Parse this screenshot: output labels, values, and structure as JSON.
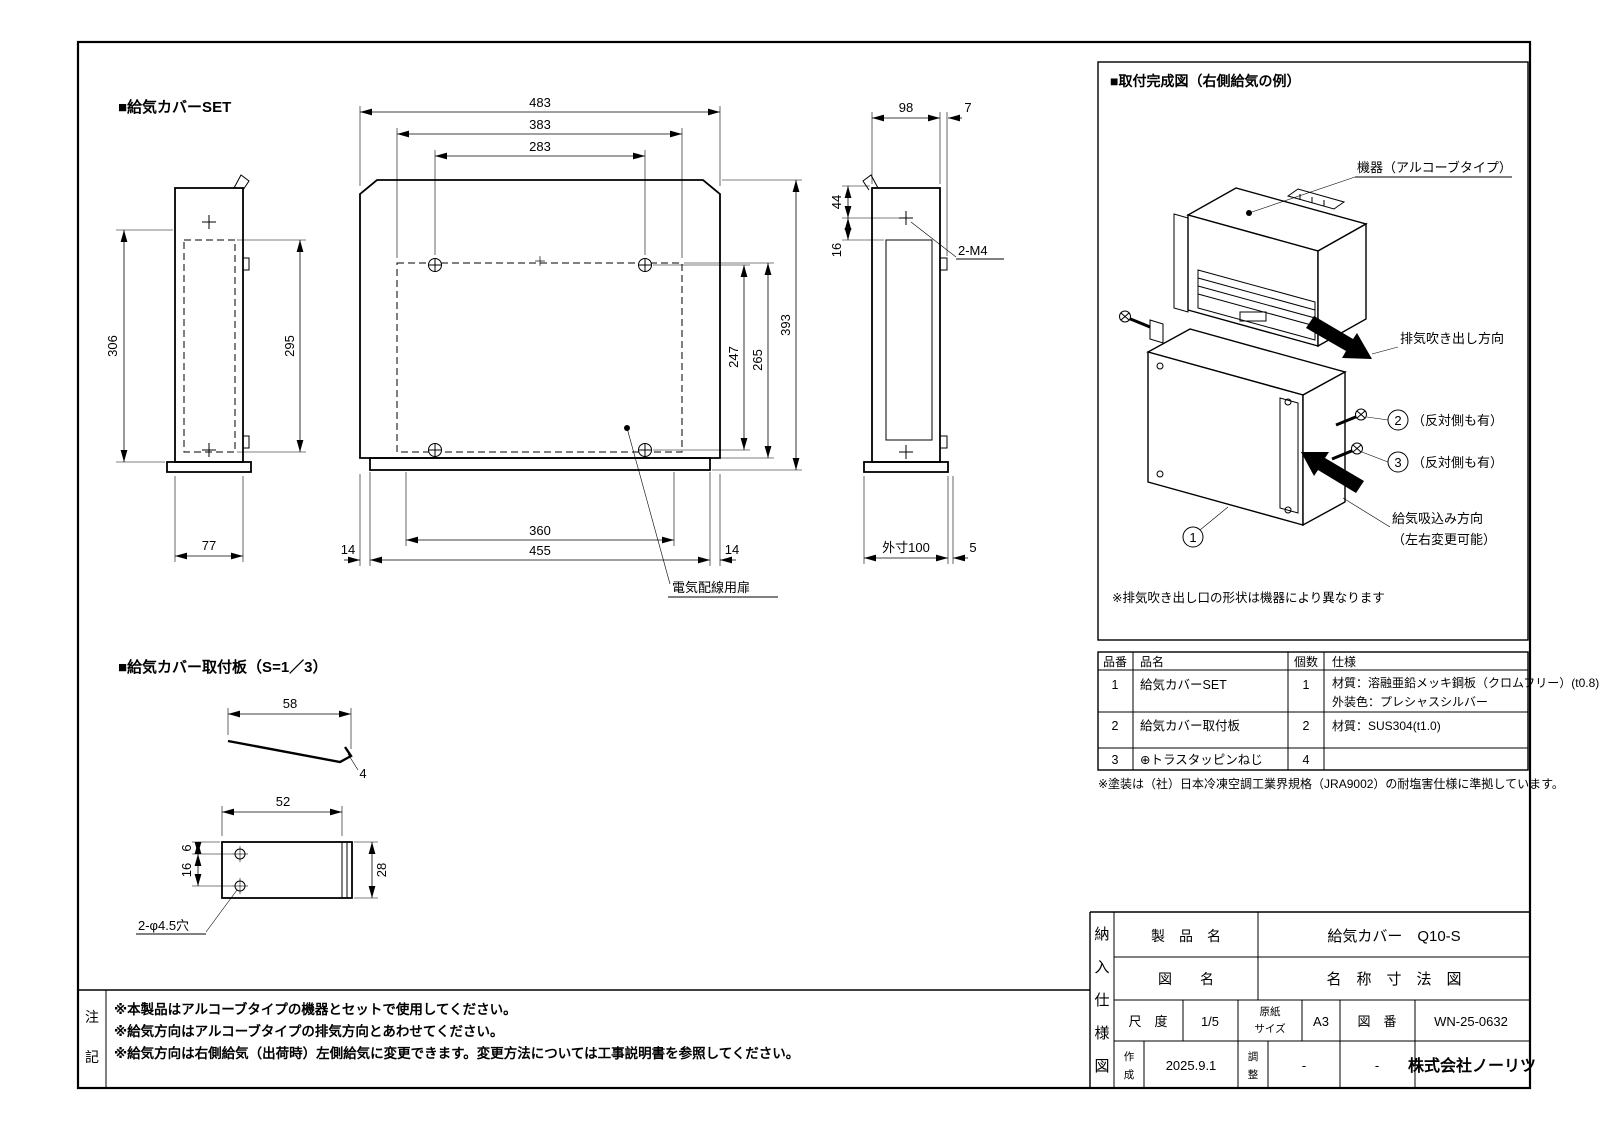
{
  "sections": {
    "set": "■給気カバーSET",
    "bracket": "■給気カバー取付板（S=1／3）",
    "install": "■取付完成図（右側給気の例）"
  },
  "left_view": {
    "d306": "306",
    "d295": "295",
    "d77": "77"
  },
  "front_view": {
    "d483": "483",
    "d383": "383",
    "d283": "283",
    "d393": "393",
    "d265": "265",
    "d247": "247",
    "d360": "360",
    "d455": "455",
    "d14l": "14",
    "d14r": "14",
    "door": "電気配線用扉"
  },
  "side_view": {
    "d98": "98",
    "d7": "7",
    "d44": "44",
    "d16": "16",
    "m4": "2-M4",
    "outer": "外寸100",
    "d5": "5"
  },
  "bracket": {
    "d58": "58",
    "d4": "4",
    "d52": "52",
    "d6": "6",
    "d16": "16",
    "d28": "28",
    "holes": "2-φ4.5穴"
  },
  "install": {
    "machine": "機器（アルコーブタイプ）",
    "exhaust": "排気吹き出し方向",
    "n1": "1",
    "n2": "2",
    "n3": "3",
    "opp2": "（反対側も有）",
    "opp3": "（反対側も有）",
    "intake1": "給気吸込み方向",
    "intake2": "（左右変更可能）",
    "note": "※排気吹き出し口の形状は機器により異なります"
  },
  "parts_table": {
    "header": {
      "no": "品番",
      "name": "品名",
      "qty": "個数",
      "spec": "仕様"
    },
    "rows": [
      {
        "no": "1",
        "name": "給気カバーSET",
        "qty": "1",
        "spec1": "材質：溶融亜鉛メッキ鋼板（クロムフリー）(t0.8)",
        "spec2": "外装色：プレシャスシルバー"
      },
      {
        "no": "2",
        "name": "給気カバー取付板",
        "qty": "2",
        "spec1": "材質：SUS304(t1.0)",
        "spec2": ""
      },
      {
        "no": "3",
        "name": "⊕トラスタッピンねじ",
        "qty": "4",
        "spec1": "",
        "spec2": ""
      }
    ],
    "footnote": "※塗装は（社）日本冷凍空調工業界規格（JRA9002）の耐塩害仕様に準拠しています。"
  },
  "notes": {
    "label1": "注",
    "label2": "記",
    "lines": [
      "※本製品はアルコーブタイプの機器とセットで使用してください。",
      "※給気方向はアルコーブタイプの排気方向とあわせてください。",
      "※給気方向は右側給気（出荷時）左側給気に変更できます。変更方法については工事説明書を参照してください。"
    ]
  },
  "title_block": {
    "doc_chars": [
      "納",
      "入",
      "仕",
      "様",
      "図"
    ],
    "product_label": "製　品　名",
    "product_value": "給気カバー　Q10-S",
    "name_label": "図　　名",
    "name_value": "名　称　寸　法　図",
    "scale_label": "尺　度",
    "scale_value": "1/5",
    "paper1": "原紙",
    "paper2": "サイズ",
    "paper_value": "A3",
    "zuban_label": "図　番",
    "zuban_value": "WN-25-0632",
    "made1": "作",
    "made2": "成",
    "made_value": "2025.9.1",
    "adj1": "調",
    "adj2": "整",
    "adj_value": "-",
    "blank": "-",
    "company": "株式会社ノーリツ"
  }
}
